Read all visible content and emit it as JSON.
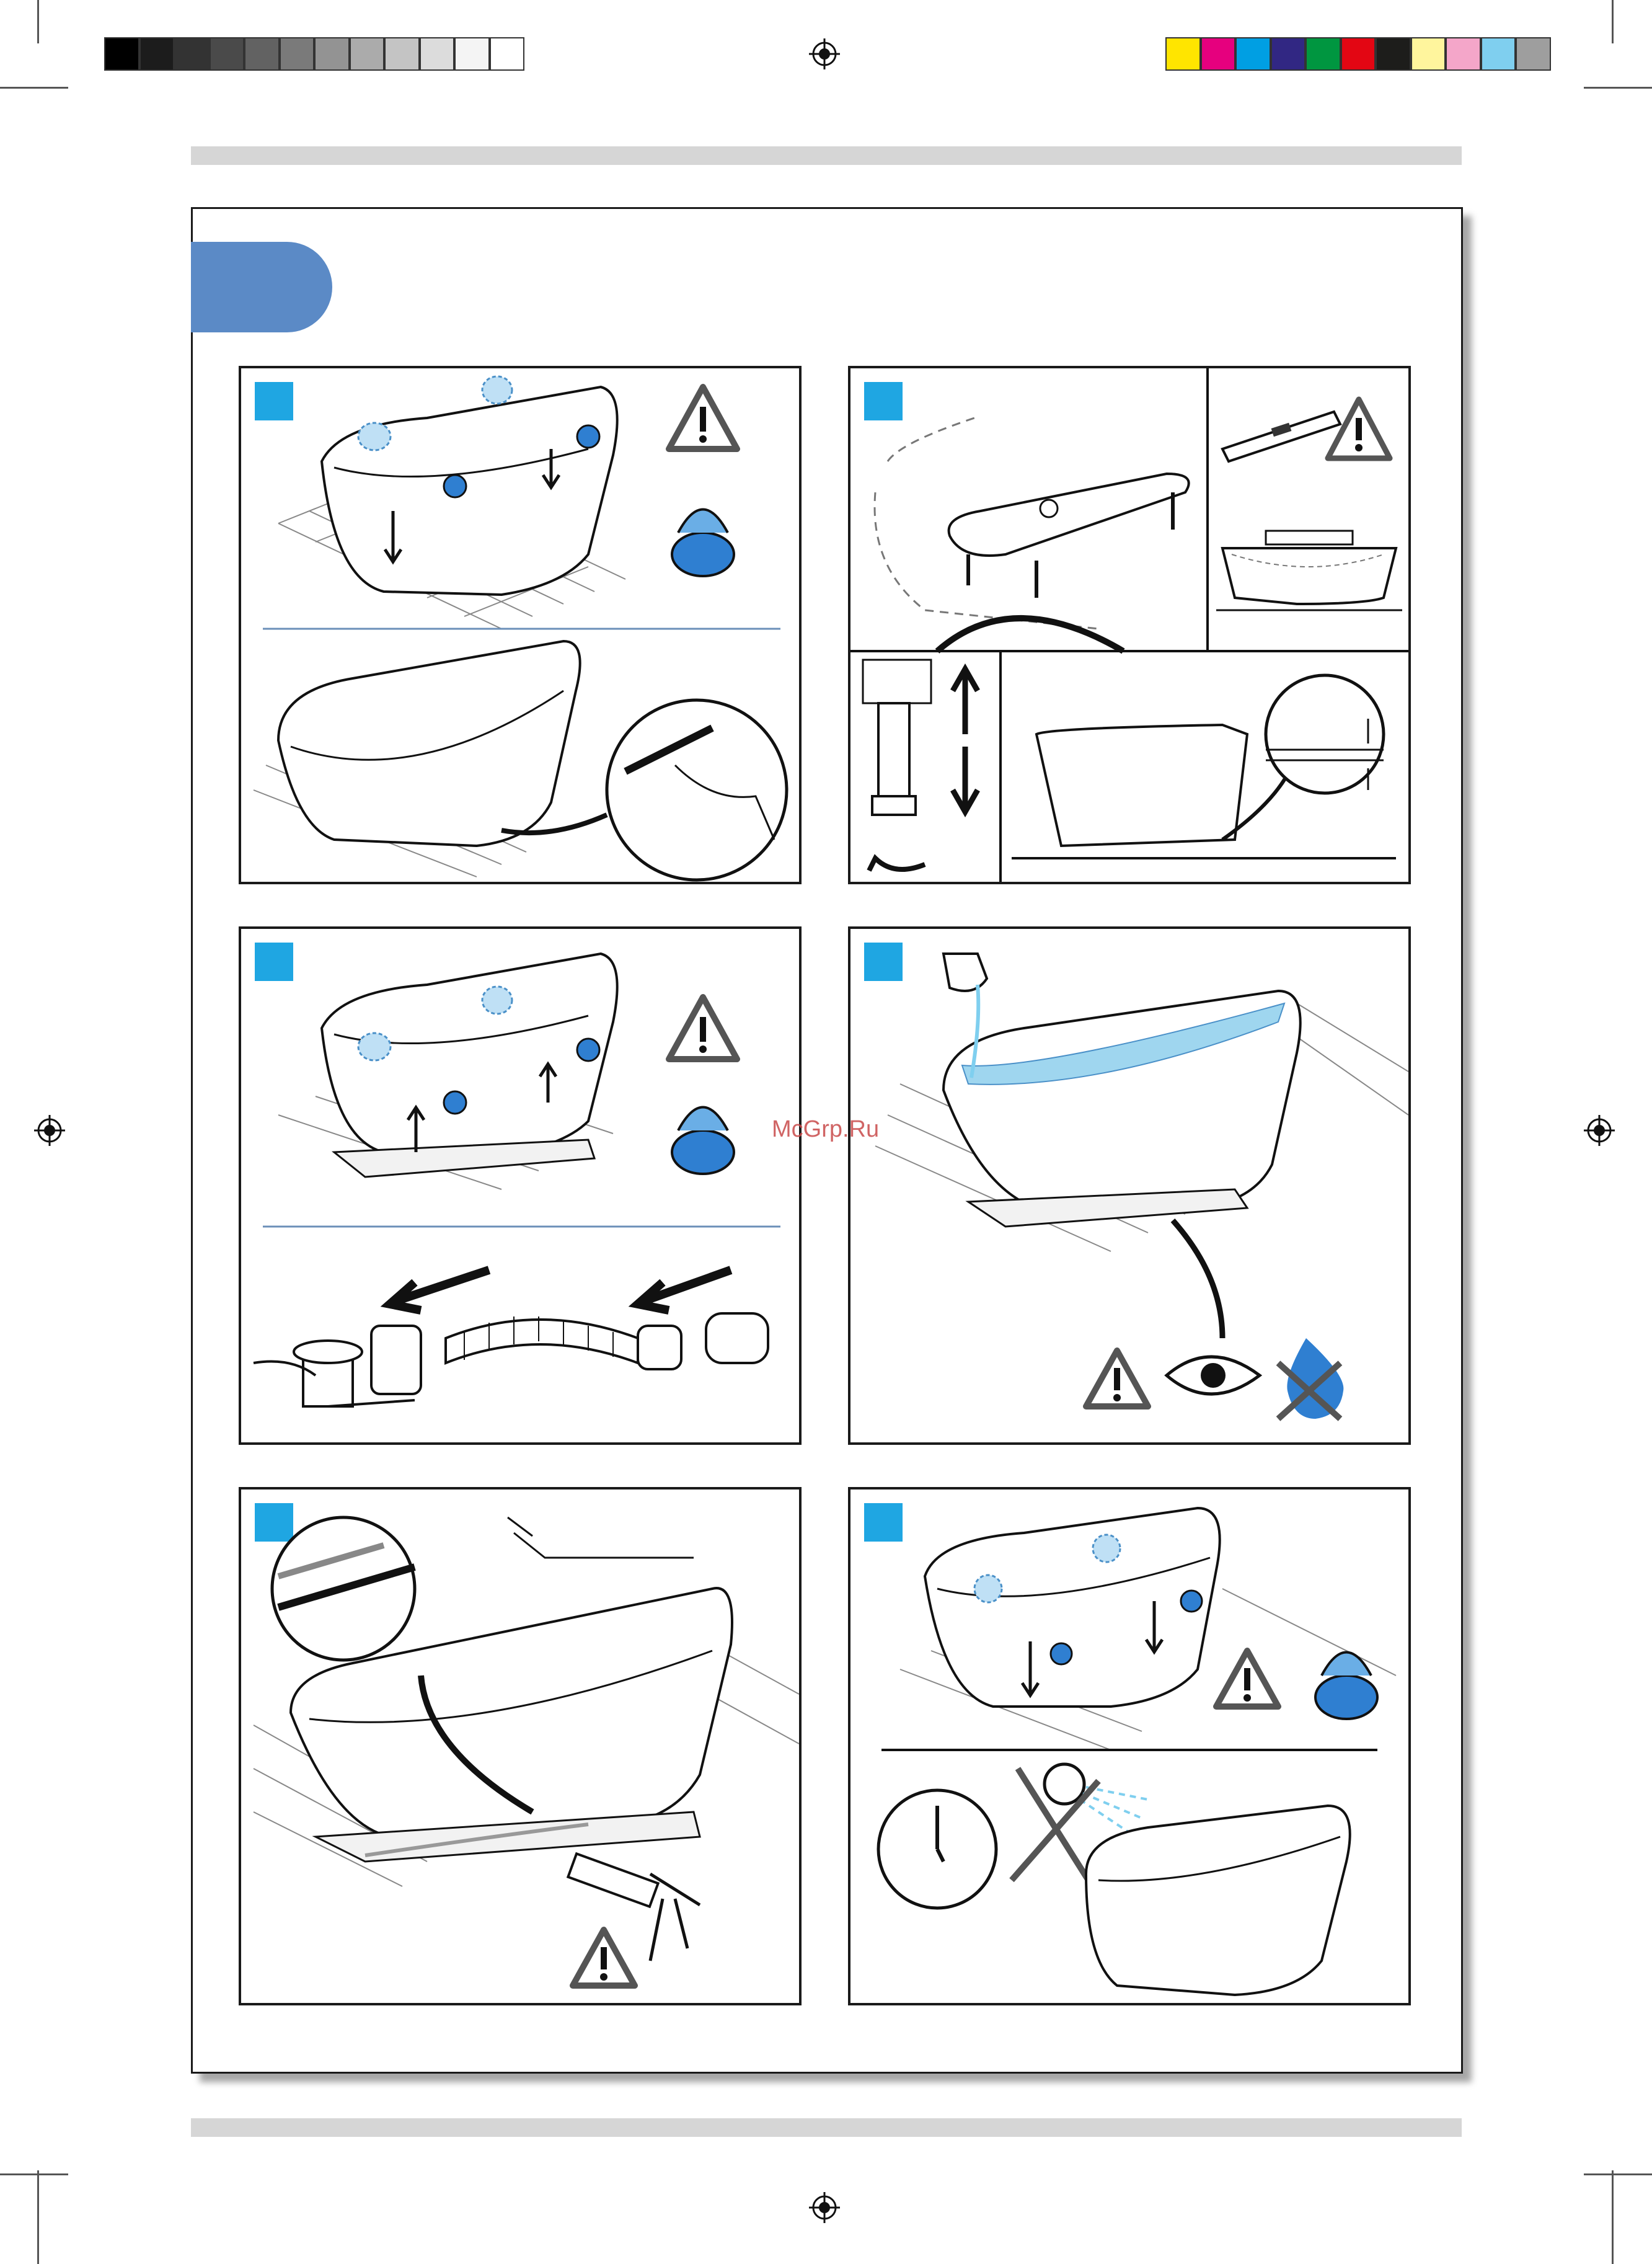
{
  "watermark": "McGrp.Ru",
  "colors": {
    "accent_tab": "#5b8ac6",
    "step_marker": "#1fa6e2",
    "suction_cup": "#2f7fd1",
    "water": "#9fd6ef"
  },
  "color_bar_left": [
    "#000000",
    "#1c1c1c",
    "#333333",
    "#4a4a4a",
    "#626262",
    "#7a7a7a",
    "#939393",
    "#ababab",
    "#c4c4c4",
    "#dcdcdc",
    "#f4f4f4",
    "#ffffff"
  ],
  "color_bar_right": [
    "#ffe500",
    "#e6007e",
    "#009fe3",
    "#312783",
    "#009640",
    "#e30613",
    "#1d1d1b",
    "#fff59d",
    "#f4a6c9",
    "#7fcfef",
    "#9e9e9e"
  ],
  "panels": [
    {
      "id": "panel-1",
      "icons": [
        "warning-icon",
        "suction-cup-icon"
      ]
    },
    {
      "id": "panel-2",
      "icons": [
        "warning-icon",
        "spirit-level-icon"
      ]
    },
    {
      "id": "panel-3",
      "icons": [
        "warning-icon",
        "suction-cup-icon"
      ]
    },
    {
      "id": "panel-4",
      "icons": [
        "warning-icon",
        "eye-icon",
        "no-water-icon"
      ]
    },
    {
      "id": "panel-5",
      "icons": [
        "warning-icon",
        "sealant-gun-icon"
      ]
    },
    {
      "id": "panel-6",
      "icons": [
        "warning-icon",
        "suction-cup-icon",
        "clock-icon",
        "no-shower-icon"
      ]
    }
  ]
}
